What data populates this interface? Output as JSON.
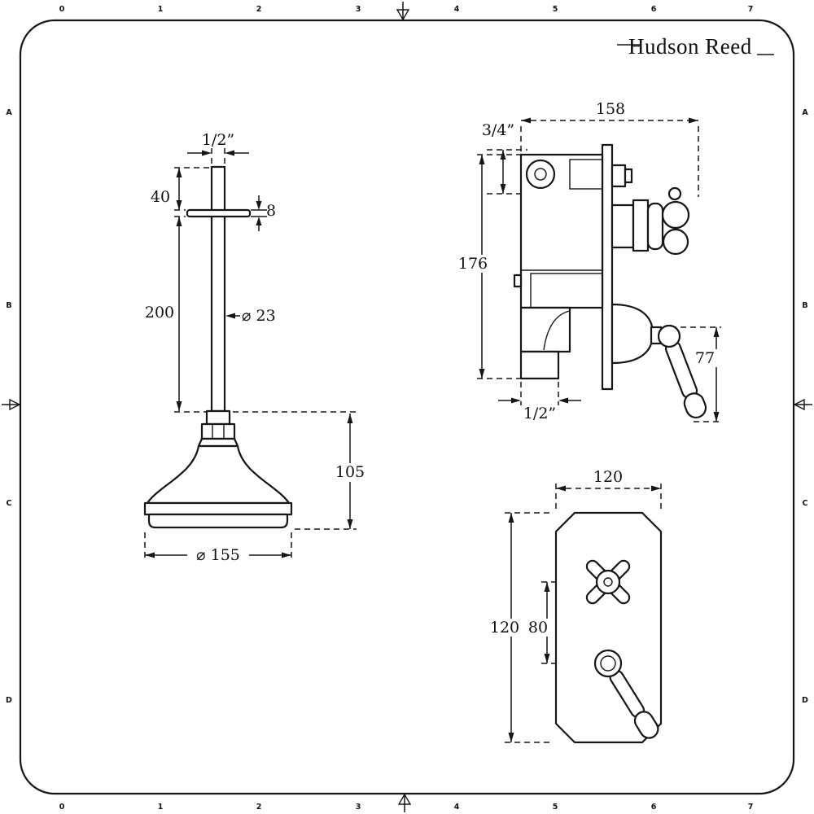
{
  "brand": {
    "name": "Hudson Reed"
  },
  "ruler": {
    "cols": [
      "0",
      "1",
      "2",
      "3",
      "4",
      "5",
      "6",
      "7"
    ],
    "rows": [
      "A",
      "B",
      "C",
      "D"
    ]
  },
  "shower_head": {
    "dim_thread": "1/2”",
    "dim_drop": "40",
    "dim_flange": "8",
    "dim_pipe_len": "200",
    "dim_pipe_dia": "⌀ 23",
    "dim_head_h": "105",
    "dim_head_dia": "⌀ 155"
  },
  "valve": {
    "dim_width": "158",
    "dim_inlet": "3/4”",
    "dim_height": "176",
    "dim_outlet": "1/2”",
    "dim_handle": "77"
  },
  "faceplate": {
    "dim_width": "120",
    "dim_height": "120",
    "dim_spacing": "80"
  }
}
